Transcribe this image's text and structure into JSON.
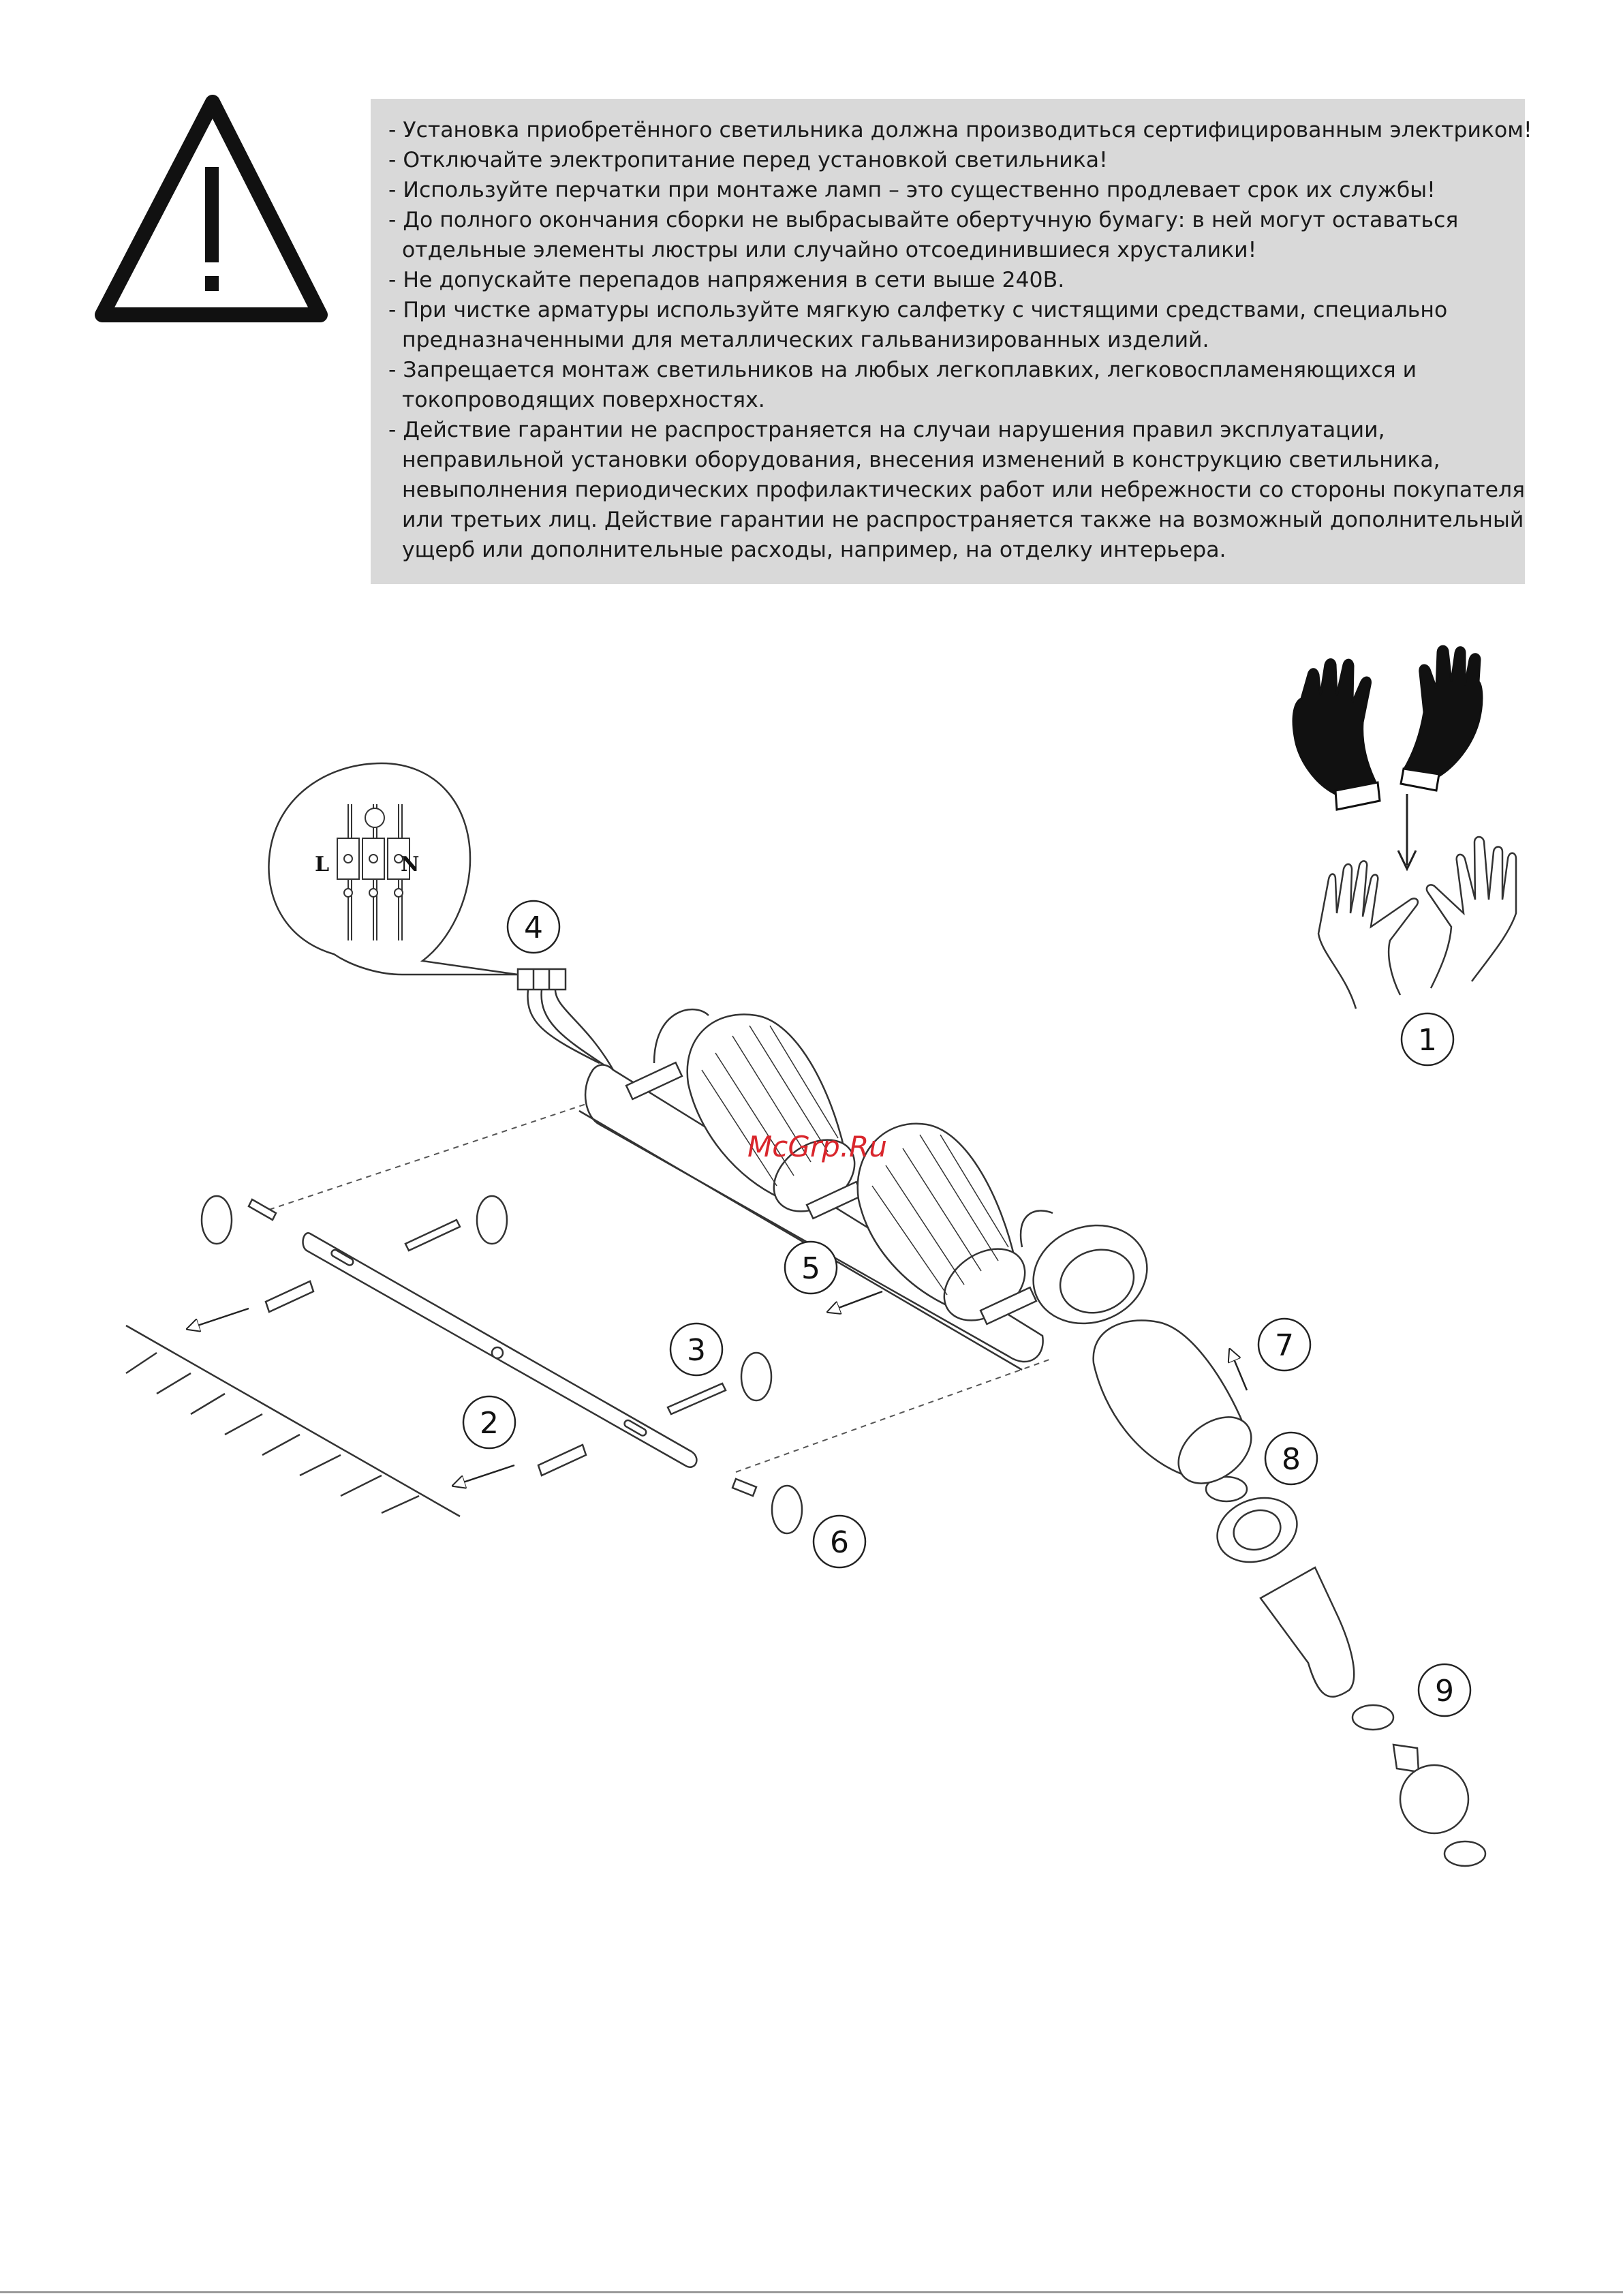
{
  "warnings": [
    "- Установка приобретённого светильника должна производиться сертифицированным электриком!",
    "- Отключайте электропитание перед установкой светильника!",
    "- Используйте перчатки при монтаже ламп – это существенно продлевает срок их службы!",
    "- До полного окончания сборки не выбрасывайте обертучную бумагу: в ней могут оставаться",
    "  отдельные элементы люстры или случайно отсоединившиеся хрусталики!",
    "- Не допускайте перепадов напряжения в сети выше 240В.",
    "- При чистке арматуры используйте мягкую салфетку с чистящими средствами, специально",
    "  предназначенными для металлических гальванизированных изделий.",
    "- Запрещается монтаж светильников на любых легкоплавких, легковоспламеняющихся и",
    "  токопроводящих поверхностях.",
    "- Действие гарантии не распространяется на случаи нарушения правил эксплуатации,",
    "  неправильной установки оборудования, внесения изменений в конструкцию светильника,",
    "  невыполнения периодических профилактических работ или небрежности со стороны покупателя",
    "  или третьих лиц. Действие гарантии не распространяется также на возможный дополнительный",
    "  ущерб или дополнительные расходы, например, на отделку интерьера."
  ],
  "wiring": {
    "live": "L",
    "neutral": "N"
  },
  "steps": [
    "1",
    "2",
    "3",
    "4",
    "5",
    "6",
    "7",
    "8",
    "9"
  ],
  "watermark": "McGrp.Ru",
  "icons": [
    "warning-triangle-icon",
    "black-gloves-icon",
    "bare-hands-icon",
    "rotate-arrow-icon",
    "direction-arrow-icon"
  ]
}
